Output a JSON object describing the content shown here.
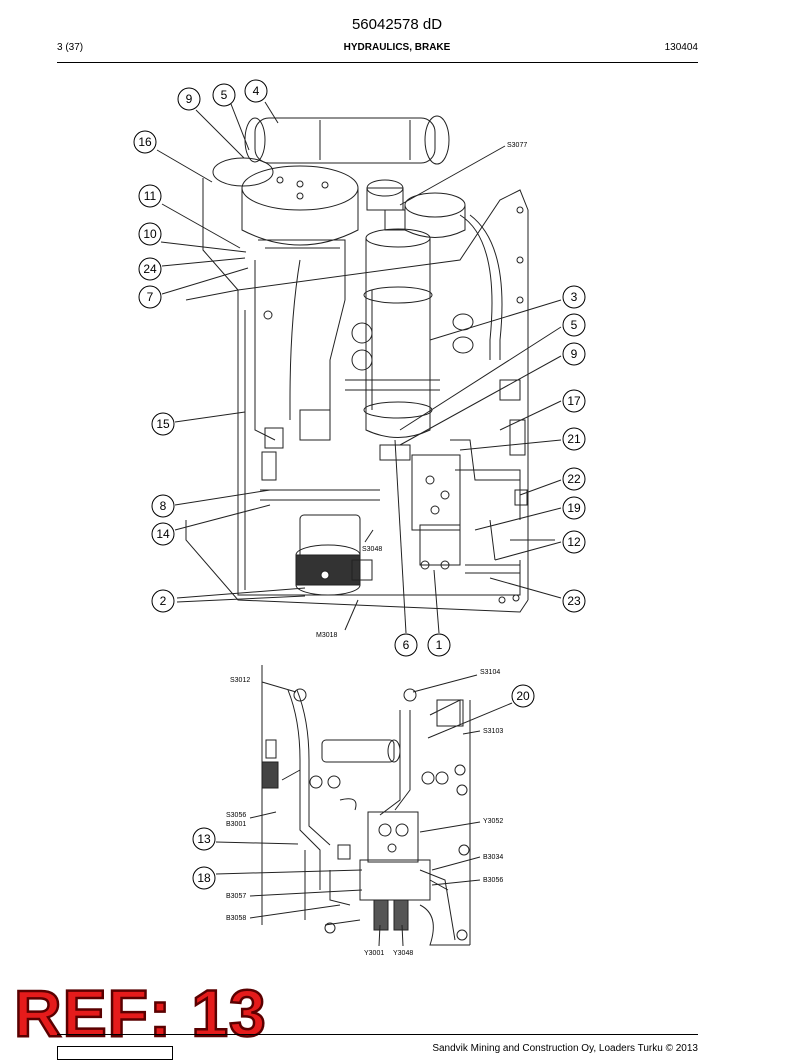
{
  "header": {
    "doc_number": "56042578 dD",
    "page": "3 (37)",
    "section": "HYDRAULICS, BRAKE",
    "date": "130404"
  },
  "callouts_top": [
    "9",
    "5",
    "4",
    "16",
    "11",
    "10",
    "24",
    "7",
    "15",
    "8",
    "14",
    "2",
    "3",
    "5",
    "9",
    "17",
    "21",
    "22",
    "19",
    "12",
    "23",
    "6",
    "1"
  ],
  "callouts_bottom": [
    "20",
    "13",
    "18"
  ],
  "component_labels": {
    "s3077": "S3077",
    "s3048": "S3048",
    "m3018": "M3018",
    "s3012": "S3012",
    "s3104": "S3104",
    "s3103": "S3103",
    "s3056": "S3056",
    "b3001": "B3001",
    "y3052": "Y3052",
    "b3034": "B3034",
    "b3056": "B3056",
    "b3057": "B3057",
    "b3058": "B3058",
    "y3001": "Y3001",
    "y3048": "Y3048"
  },
  "ref_stamp": "REF: 13",
  "footer": {
    "text": "Sandvik Mining and Construction Oy, Loaders Turku © 2013"
  }
}
